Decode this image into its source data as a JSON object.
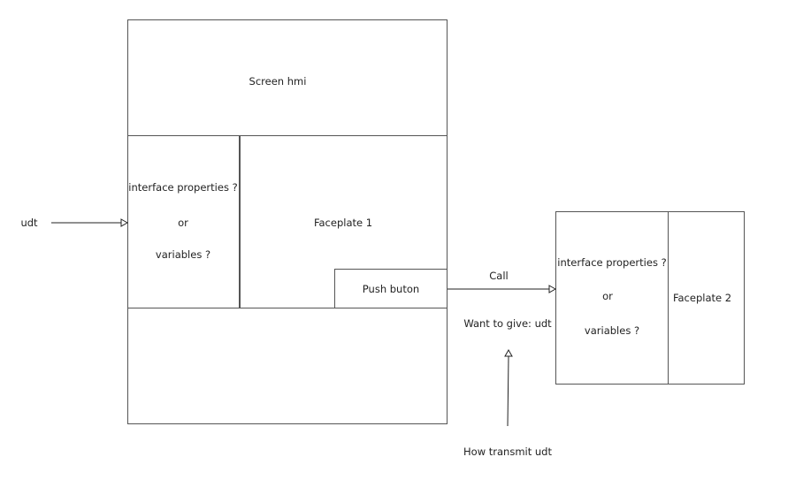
{
  "diagram": {
    "screen": {
      "title": "Screen hmi"
    },
    "left_interface": {
      "line1": "interface properties ?",
      "line2": "or",
      "line3": "variables ?"
    },
    "faceplate1": {
      "title": "Faceplate 1",
      "button": "Push buton"
    },
    "right_interface": {
      "line1": "interface properties ?",
      "line2": "or",
      "line3": "variables ?"
    },
    "faceplate2": {
      "title": "Faceplate 2"
    },
    "input_label": "udt",
    "call_label": "Call",
    "give_label": "Want to give: udt",
    "question_label": "How transmit udt"
  }
}
